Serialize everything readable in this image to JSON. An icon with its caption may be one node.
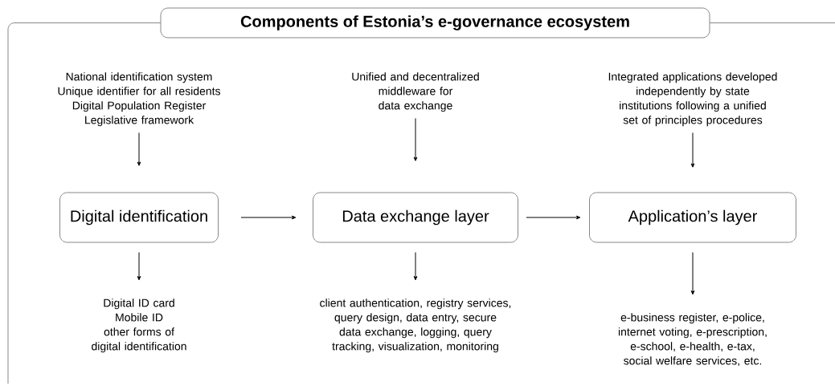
{
  "diagram": {
    "nodes": [
      {
        "text": [
          "Components of Estonia’s e-governance ecosystem"
        ]
      },
      {
        "text": [
          "National identification system",
          "Unique identifier for all residents",
          "Digital Population Register",
          "Legislative framework"
        ]
      },
      {
        "text": [
          "Unified and decentralized middleware for data exchange"
        ]
      },
      {
        "text": [
          "Integrated applications developed independently by state institutions following a unified set of principles procedures"
        ]
      },
      {
        "text": [
          "Digital identification"
        ]
      },
      {
        "text": [
          "Data exchange layer"
        ]
      },
      {
        "text": [
          "Application’s layer"
        ]
      },
      {
        "text": [
          "Digital ID card",
          "Mobile ID",
          "other forms of digital identification"
        ]
      },
      {
        "text": [
          "client authentication, registry services, query design, data entry, secure data exchange, logging, query tracking, visualization, monitoring"
        ]
      },
      {
        "text": [
          "e-business register, e-police, internet voting, e-prescription, e-school, e-health, e-tax, social welfare services, etc."
        ]
      }
    ],
    "edges": [
      {
        "from": 1,
        "to": 4,
        "arrow": "to"
      },
      {
        "from": 2,
        "to": 5,
        "arrow": "to"
      },
      {
        "from": 3,
        "to": 6,
        "arrow": "to"
      },
      {
        "from": 4,
        "to": 5,
        "arrow": "to"
      },
      {
        "from": 5,
        "to": 6,
        "arrow": "to"
      },
      {
        "from": 4,
        "to": 7,
        "arrow": "to"
      },
      {
        "from": 5,
        "to": 8,
        "arrow": "to"
      },
      {
        "from": 6,
        "to": 9,
        "arrow": "to"
      }
    ]
  }
}
